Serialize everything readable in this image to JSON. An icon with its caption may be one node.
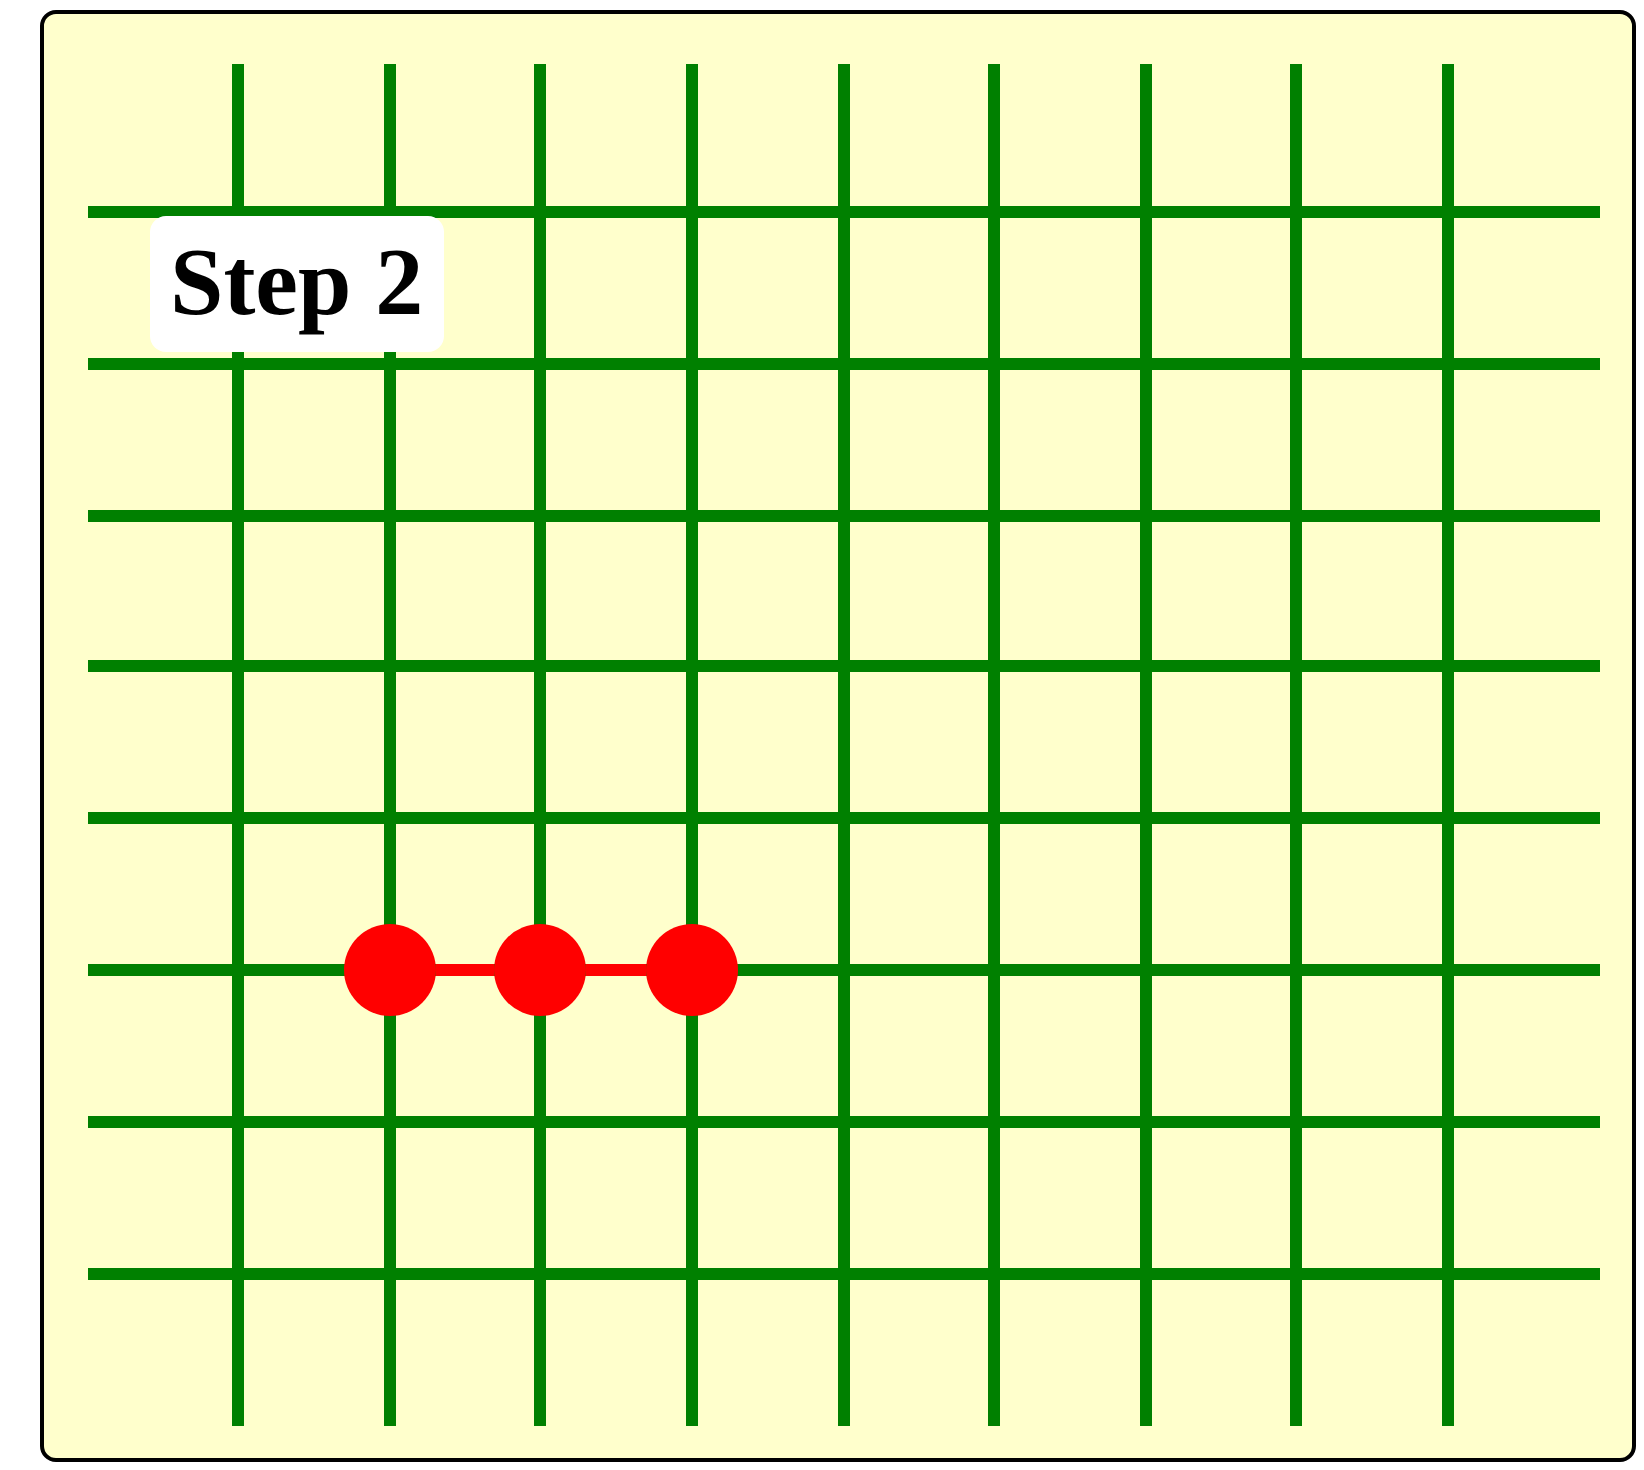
{
  "diagram": {
    "nodes": [
      {
        "text": [],
        "shape": "circle"
      },
      {
        "text": [],
        "shape": "circle"
      },
      {
        "text": [],
        "shape": "circle"
      }
    ],
    "edges": [
      {
        "from": 0,
        "to": 1,
        "arrow": "none"
      },
      {
        "from": 1,
        "to": 2,
        "arrow": "none"
      }
    ],
    "labels": [
      "Step 2"
    ]
  }
}
